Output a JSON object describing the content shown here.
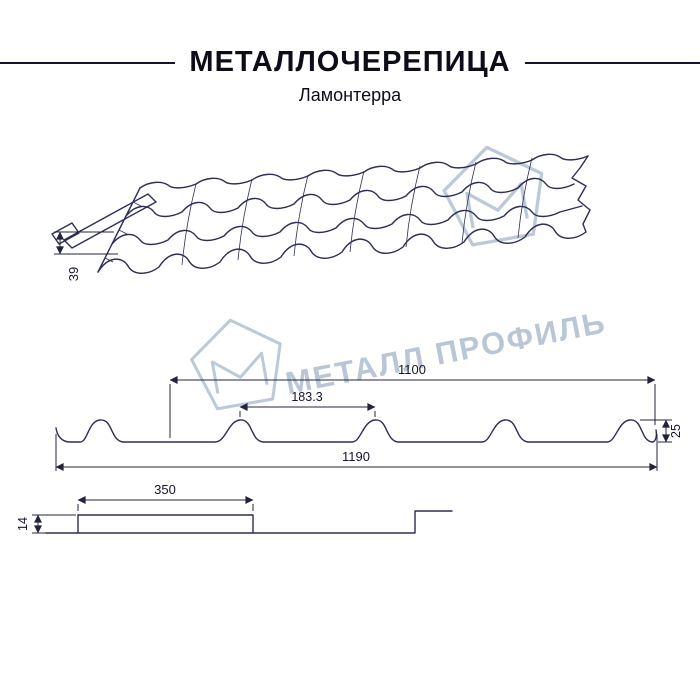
{
  "header": {
    "title": "МЕТАЛЛОЧЕРЕПИЦА",
    "subtitle": "Ламонтерра"
  },
  "watermark": {
    "brand": "МЕТАЛЛ ПРОФИЛЬ",
    "color": "#b9c6d6"
  },
  "dimensions": {
    "eave_strip_height": "39",
    "cover_width": "1100",
    "wave_step": "183.3",
    "profile_height": "25",
    "sheet_width": "1190",
    "module_length": "350",
    "overlap_step_height": "14"
  },
  "colors": {
    "line": "#2e2e55",
    "text": "#14142e"
  }
}
